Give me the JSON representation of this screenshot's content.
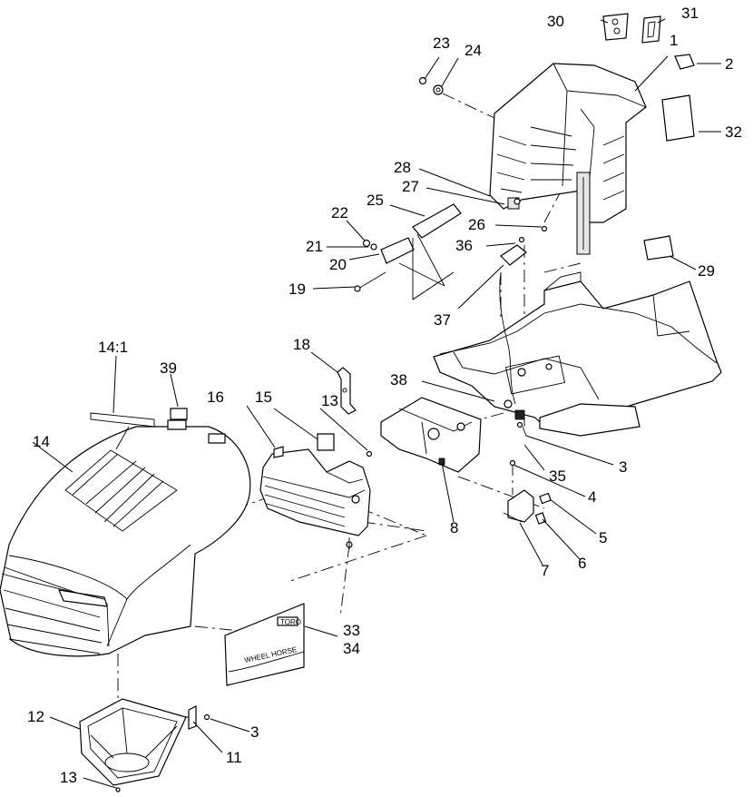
{
  "diagram": {
    "part_labels": {
      "p1": "1",
      "p2": "2",
      "p3a": "3",
      "p3b": "3",
      "p4": "4",
      "p5": "5",
      "p6": "6",
      "p7": "7",
      "p8": "8",
      "p11": "11",
      "p12": "12",
      "p13a": "13",
      "p13b": "13",
      "p14": "14",
      "p14_1": "14:1",
      "p15": "15",
      "p16": "16",
      "p18": "18",
      "p19": "19",
      "p20": "20",
      "p21": "21",
      "p22": "22",
      "p23": "23",
      "p24": "24",
      "p25": "25",
      "p26": "26",
      "p27": "27",
      "p28": "28",
      "p29": "29",
      "p30": "30",
      "p31": "31",
      "p32": "32",
      "p33": "33",
      "p34": "34",
      "p35": "35",
      "p36": "36",
      "p37": "37",
      "p38": "38",
      "p39": "39"
    },
    "decal_text": {
      "brand": "TORO",
      "model": "WHEEL HORSE"
    }
  }
}
